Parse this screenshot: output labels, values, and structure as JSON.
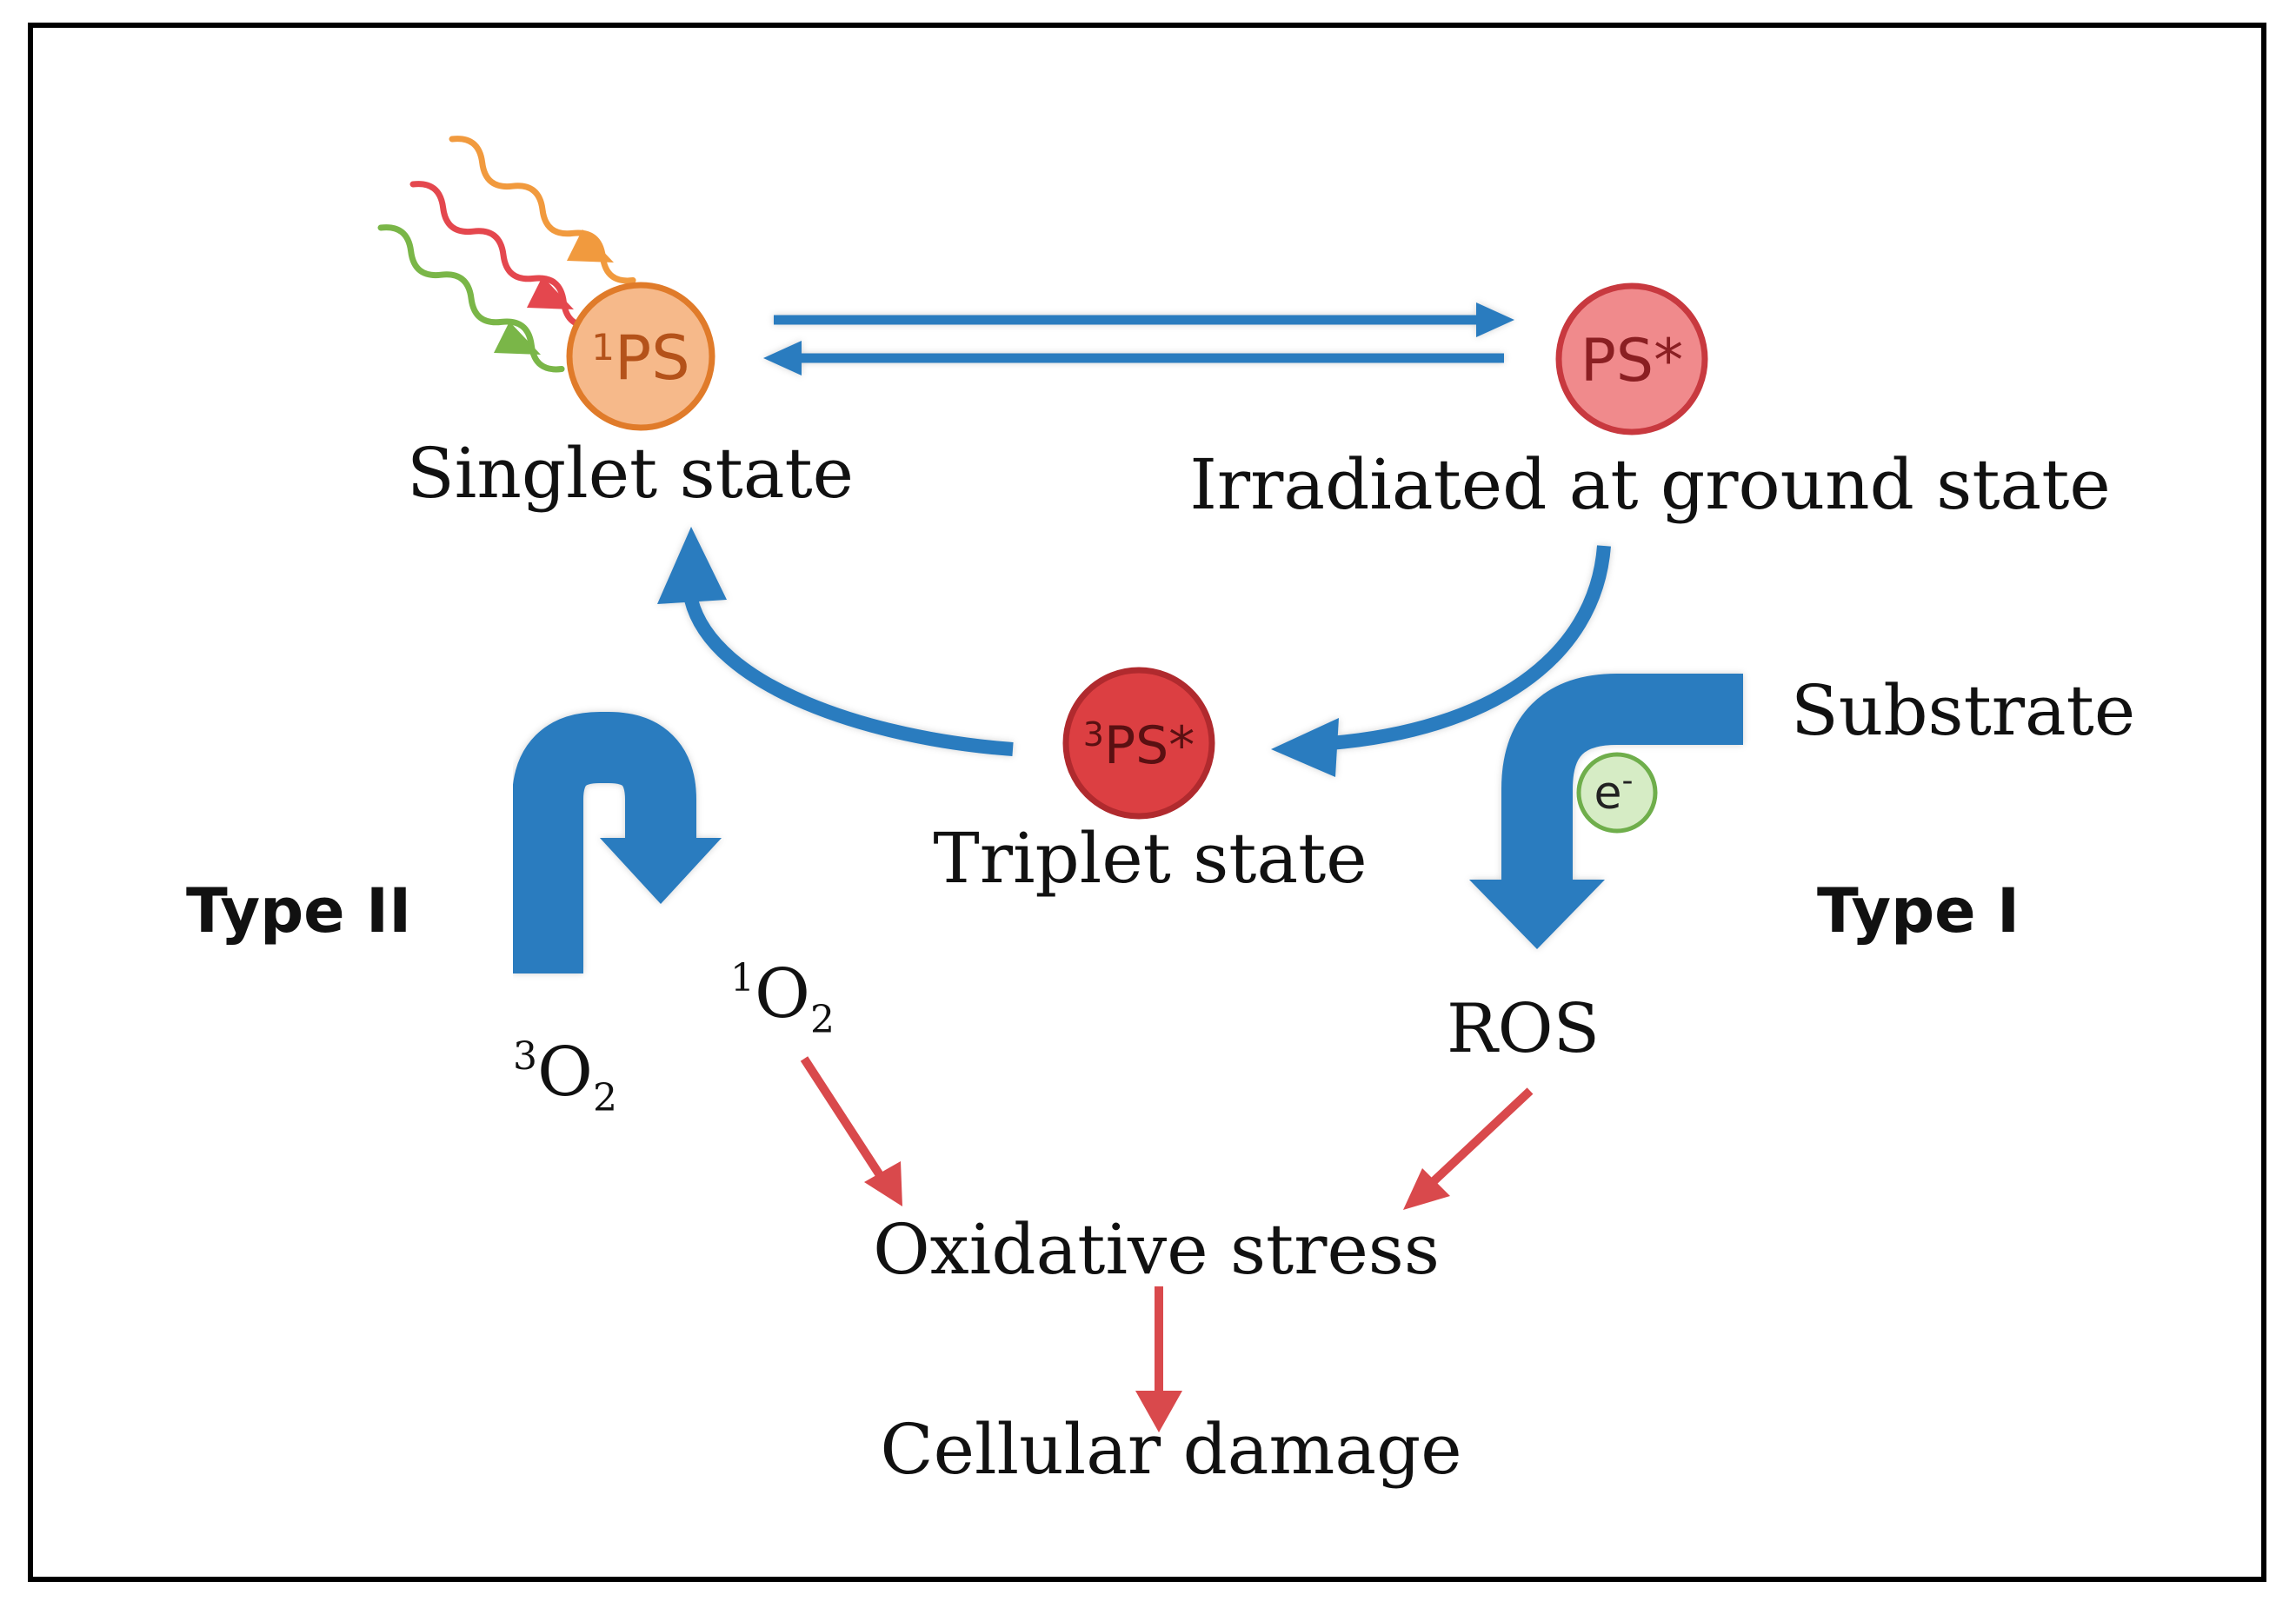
{
  "nodes": {
    "singlet": {
      "symbol": "PS",
      "sup": "1",
      "label": "Singlet state"
    },
    "ground": {
      "symbol": "PS*",
      "label": "Irradiated at ground state"
    },
    "triplet": {
      "symbol": "PS*",
      "sup": "3",
      "label": "Triplet state"
    },
    "electron": {
      "symbol": "e",
      "sup": "-"
    }
  },
  "labels": {
    "substrate": "Substrate",
    "type_two": "Type II",
    "type_one": "Type I",
    "ros": "ROS",
    "o2_triplet": {
      "sup": "3",
      "base": "O",
      "sub": "2"
    },
    "o2_singlet": {
      "sup": "1",
      "base": "O",
      "sub": "2"
    },
    "oxidative_stress": "Oxidative stress",
    "cellular_damage": "Cellular damage"
  },
  "colors": {
    "blue_arrow": "#2b7bbf",
    "red_arrow": "#d9494c",
    "singlet_fill": "#f6b98a",
    "singlet_stroke": "#e07b2a",
    "ground_fill": "#f08a8c",
    "ground_stroke": "#c8393f",
    "triplet_fill": "#dc3f42",
    "triplet_stroke": "#b02a2e",
    "electron_fill": "#d6ecc5",
    "electron_stroke": "#6fae4b",
    "light_orange": "#f19a3e",
    "light_red": "#e4474e",
    "light_green": "#7ab648"
  }
}
